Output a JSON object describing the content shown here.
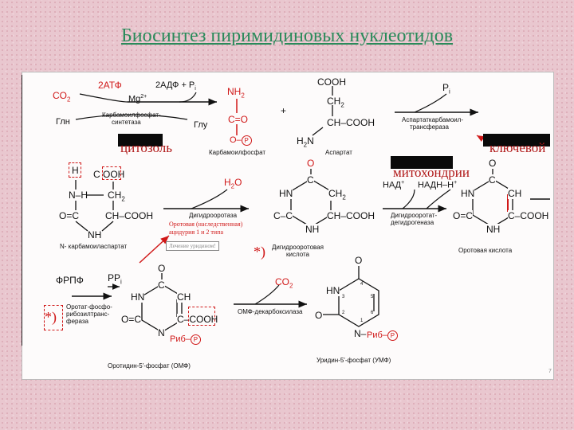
{
  "title": "Биосинтез пиримидиновых нуклеотидов",
  "labels": {
    "cytosol": "цитозоль",
    "key": "ключевой",
    "mito": "митохондрии",
    "star": "*)"
  },
  "top_row": {
    "co2": "CO",
    "co2_sub": "2",
    "atp": "2АТФ",
    "adp": "2АДФ + P",
    "adp_sub": "i",
    "mg": "Mg",
    "mg_sup": "2+",
    "enzyme1_l1": "Карбамоилфосфат-",
    "enzyme1_l2": "синтетаза",
    "gln": "Глн",
    "glu": "Глу",
    "nh2": "NH",
    "nh2_sub": "2",
    "c_o": "C=O",
    "o_p": "O–",
    "p": "P",
    "carbamoyl": "Карбамоилфосфат",
    "plus": "+",
    "cooh": "COOH",
    "ch2": "CH",
    "ch2_sub": "2",
    "ch_cooh": "CH–COOH",
    "h2n": "H",
    "h2n_rest": "N",
    "h2n_sub": "2",
    "aspartate": "Аспартат",
    "pi": "P",
    "pi_sub": "i",
    "enzyme2_l1": "Аспартаткарбамоил-",
    "enzyme2_l2": "трансфераза"
  },
  "mid_row": {
    "h_box": "H",
    "c_letter": "C",
    "ooh": "OOH",
    "n_h": "N–H",
    "o_c": "O=C",
    "nh": "NH",
    "ch_cooh": "CH–COOH",
    "carbamoylaspartate": "N- карбамоиласпартат",
    "h2o": "H",
    "h2o_sub": "2",
    "h2o_rest": "O",
    "enzyme3": "Дигидрооротаза",
    "orotaciduria_l1": "Оротовая (наследственная)",
    "orotaciduria_l2": "ацидурия 1 и 2 типа",
    "treatment": "Лечение уридином!",
    "dho_o": "O",
    "dho_hn": "HN",
    "dho_c": "C",
    "dho_ch2": "CH",
    "dho_ch2_sub": "2",
    "dho_cc": "C–C",
    "dho_chcooh": "CH–COOH",
    "dho_nh": "NH",
    "dihydroorotate_l1": "Дигидрооротовая",
    "dihydroorotate_l2": "кислота",
    "nad": "НАД",
    "nad_sup": "+",
    "nadh": "НАДН–Н",
    "nadh_sup": "+",
    "enzyme4_l1": "Дигидрооротат-",
    "enzyme4_l2": "дегидрогеназа",
    "oro_o": "O",
    "oro_hn": "HN",
    "oro_c": "C",
    "oro_ch": "CH",
    "oro_oc": "O=C",
    "oro_ccooh": "C–COOH",
    "oro_nh": "NH",
    "orotic": "Оротовая кислота"
  },
  "bottom_row": {
    "prpp": "ФРПФ",
    "ppi": "PP",
    "ppi_sub": "i",
    "enzyme5_l1": "Оротат-фосфо-",
    "enzyme5_l2": "рибозилтранс-",
    "enzyme5_l3": "фераза",
    "omp_o": "O",
    "omp_hn": "HN",
    "omp_c": "C",
    "omp_ch": "CH",
    "omp_oc": "O=C",
    "omp_ccooh": "C–COOH",
    "omp_n": "N",
    "omp_rib": "Риб–",
    "omp_p": "P",
    "omp_name": "Оротидин-5'-фосфат (ОМФ)",
    "co2": "CO",
    "co2_sub": "2",
    "enzyme6": "ОМФ-декарбоксилаза",
    "ump_o": "O",
    "ump_hn": "HN",
    "ump_n3": "3",
    "ump_n4": "4",
    "ump_n5": "5",
    "ump_n2": "2",
    "ump_n6": "6",
    "ump_n1": "1",
    "ump_o2": "O",
    "ump_n": "N–",
    "ump_rib": "Риб–",
    "ump_p": "P",
    "ump_name": "Уридин-5'-фосфат (УМФ)"
  },
  "page_number": "7"
}
